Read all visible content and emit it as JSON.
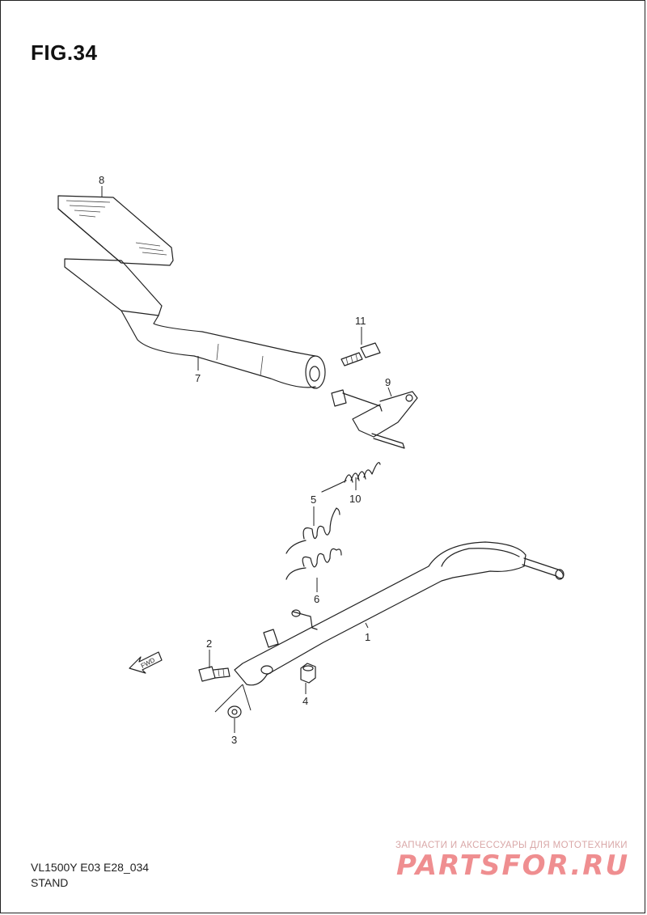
{
  "figure": {
    "title": "FIG.34"
  },
  "callouts": [
    "1",
    "2",
    "3",
    "4",
    "5",
    "6",
    "7",
    "8",
    "9",
    "10",
    "11"
  ],
  "fwd_label": "FWD",
  "footer": {
    "model": "VL1500Y E03 E28_034",
    "section": "STAND"
  },
  "watermark": {
    "tagline": "ЗАПЧАСТИ И АКСЕССУАРЫ ДЛЯ МОТОТЕХНИКИ",
    "brand": "PARTSFOR.RU"
  },
  "colors": {
    "line": "#222222",
    "watermark": "#ef8e90"
  }
}
